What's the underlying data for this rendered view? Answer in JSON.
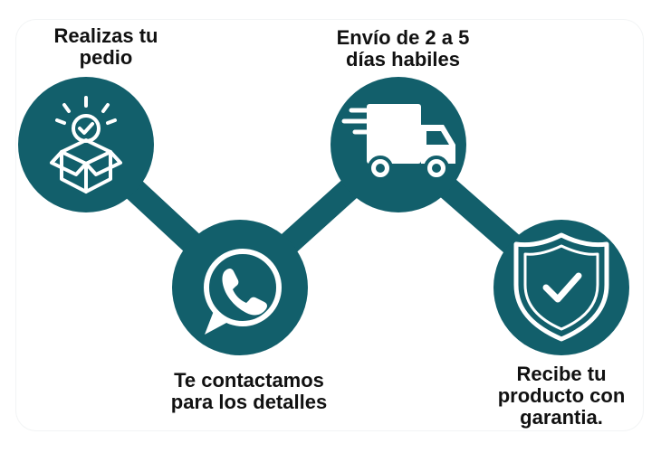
{
  "colors": {
    "primary": "#125F6B",
    "icon": "#ffffff",
    "text": "#111111"
  },
  "steps": [
    {
      "label": "Realizas tu\npedio",
      "icon": "box-check-icon"
    },
    {
      "label": "Envío de 2 a 5\ndías habiles",
      "icon": "delivery-truck-icon"
    },
    {
      "label": "Te contactamos\npara los detalles",
      "icon": "whatsapp-icon"
    },
    {
      "label": "Recibe tu\nproducto con\ngarantia.",
      "icon": "shield-check-icon"
    }
  ]
}
